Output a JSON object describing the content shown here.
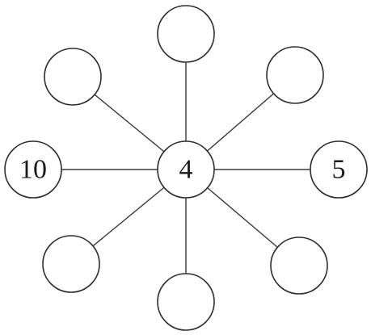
{
  "center": {
    "label": "4"
  },
  "nodes": {
    "top": {
      "label": ""
    },
    "top_right": {
      "label": ""
    },
    "right": {
      "label": "5"
    },
    "bottom_right": {
      "label": ""
    },
    "bottom": {
      "label": ""
    },
    "bottom_left": {
      "label": ""
    },
    "left": {
      "label": "10"
    },
    "top_left": {
      "label": ""
    }
  }
}
